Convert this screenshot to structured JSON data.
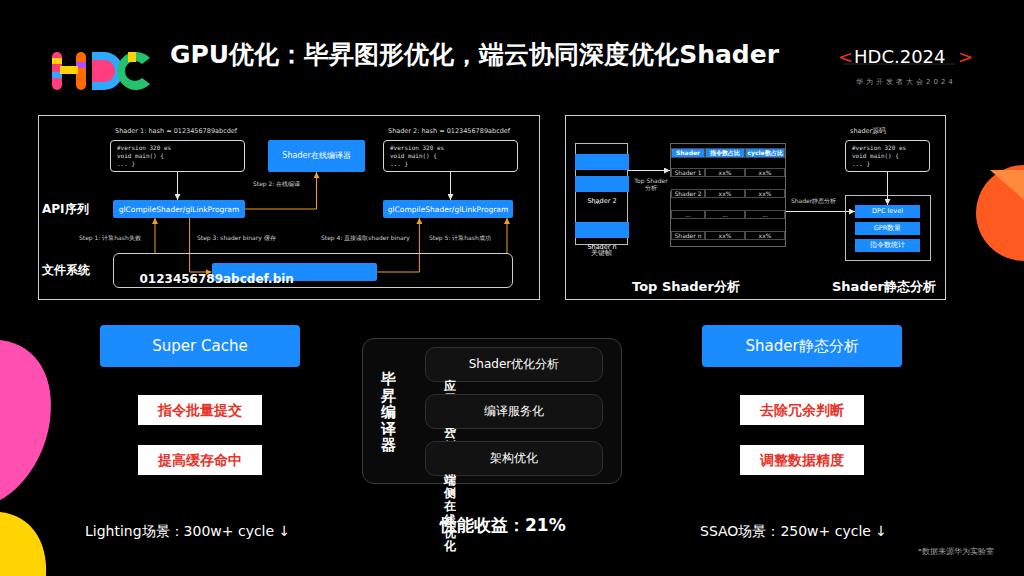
{
  "diagram": {
    "title": "GPU优化：毕昇图形优化，端云协同深度优化Shader",
    "nodes": [
      {
        "text": [
          "Shader 1: hash = 0123456789abcdef",
          "#version 320 es void main() { ... }"
        ]
      },
      {
        "text": [
          "Shader在线编译器"
        ]
      },
      {
        "text": [
          "glCompileShader/glLinkProgram"
        ]
      },
      {
        "text": [
          "Shader 2: hash = 0123456789abcdef",
          "#version 320 es void main() { ... }"
        ]
      },
      {
        "text": [
          "glCompileShader/glLinkProgram"
        ]
      },
      {
        "text": [
          "文件系统"
        ]
      },
      {
        "text": [
          "0123456789abcdef.bin"
        ],
        "in": 5
      },
      {
        "text": [
          "关键帧"
        ]
      },
      {
        "text": [
          "Shader 1"
        ],
        "in": 7
      },
      {
        "text": [
          "Shader 2"
        ],
        "in": 7
      },
      {
        "text": [
          "Shader n"
        ],
        "in": 7
      },
      {
        "text": [
          "Shader",
          "指令数占比",
          "cycle数占比",
          "Shader 1",
          "xx%",
          "xx%",
          "Shader 2",
          "xx%",
          "xx%",
          "...",
          "...",
          "...",
          "Shader n",
          "xx%",
          "xx%"
        ]
      },
      {
        "text": [
          "shader源码",
          "#version 320 es void main() { ... }"
        ]
      },
      {
        "text": [
          "DPC level"
        ]
      },
      {
        "text": [
          "GPR数量"
        ]
      },
      {
        "text": [
          "指令数统计"
        ]
      },
      {
        "text": [
          "Super Cache"
        ]
      },
      {
        "text": [
          "指令批量提交"
        ]
      },
      {
        "text": [
          "提高缓存命中"
        ]
      },
      {
        "text": [
          "毕昇编译器"
        ]
      },
      {
        "text": [
          "应用优化",
          "Shader优化分析"
        ],
        "in": 19
      },
      {
        "text": [
          "云侧优化",
          "编译服务化"
        ],
        "in": 19
      },
      {
        "text": [
          "端侧在线优化",
          "架构优化"
        ],
        "in": 19
      },
      {
        "text": [
          "Shader静态分析"
        ]
      },
      {
        "text": [
          "去除冗余判断"
        ]
      },
      {
        "text": [
          "调整数据精度"
        ]
      }
    ],
    "edges": [
      {
        "from": 0,
        "to": 2,
        "arrow": "to"
      },
      {
        "from": 2,
        "to": 1,
        "label": "Step 2: 在线编译",
        "arrow": "to"
      },
      {
        "from": 5,
        "to": 2,
        "label": "Step 1: 计算hash失败",
        "arrow": "to"
      },
      {
        "from": 2,
        "to": 6,
        "label": "Step 3: shader binary 缓存",
        "arrow": "to"
      },
      {
        "from": 3,
        "to": 4,
        "arrow": "to"
      },
      {
        "from": 6,
        "to": 4,
        "label": "Step 4: 直接读取shader binary",
        "arrow": "to"
      },
      {
        "from": 5,
        "to": 4,
        "label": "Step 5: 计算hash成功",
        "arrow": "to"
      },
      {
        "from": 7,
        "to": 11,
        "label": "Top Shader分析",
        "arrow": "to"
      },
      {
        "from": 11,
        "to": 13,
        "label": "Shader静态分析",
        "arrow": "to"
      },
      {
        "from": 12,
        "to": 13,
        "arrow": "to"
      }
    ],
    "labels": [
      "<",
      "HDC.2024",
      ">",
      "华为开发者大会2024",
      "API序列",
      "...",
      "Top Shader分析",
      "Shader静态分析",
      "Lighting场景：300w+ cycle ↓",
      "性能收益：21%",
      "SSAO场景：250w+ cycle ↓",
      "*数据来源华为实验室"
    ]
  }
}
